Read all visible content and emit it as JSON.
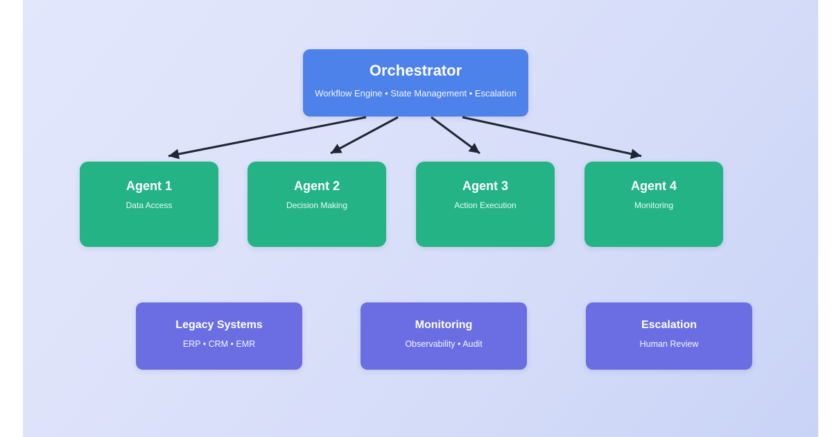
{
  "colors": {
    "page_background": "#ffffff",
    "panel_gradient_start": "#e3e7fc",
    "panel_gradient_end": "#c9d3f6",
    "orchestrator_blue": "#4d82ea",
    "agent_green": "#23b385",
    "support_purple": "#6b6ee2",
    "arrow_dark": "#1e2733",
    "text_white": "#ffffff"
  },
  "orchestrator": {
    "title": "Orchestrator",
    "subtitle": "Workflow Engine • State Management • Escalation"
  },
  "agents": [
    {
      "title": "Agent 1",
      "subtitle": "Data Access"
    },
    {
      "title": "Agent 2",
      "subtitle": "Decision Making"
    },
    {
      "title": "Agent 3",
      "subtitle": "Action Execution"
    },
    {
      "title": "Agent 4",
      "subtitle": "Monitoring"
    }
  ],
  "support_systems": [
    {
      "title": "Legacy Systems",
      "subtitle": "ERP • CRM • EMR"
    },
    {
      "title": "Monitoring",
      "subtitle": "Observability • Audit"
    },
    {
      "title": "Escalation",
      "subtitle": "Human Review"
    }
  ]
}
